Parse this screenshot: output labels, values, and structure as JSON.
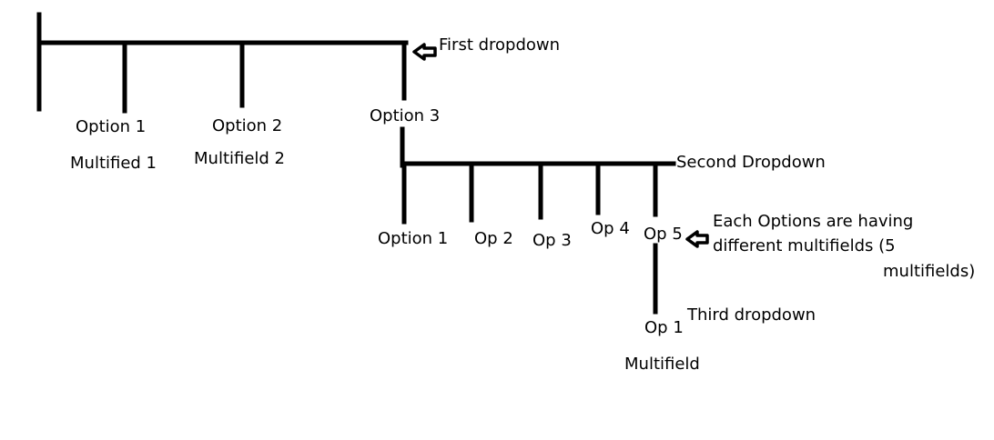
{
  "colors": {
    "ink": "#000000",
    "background": "#ffffff"
  },
  "icons": [
    "left-arrow-icon",
    "left-arrow-icon"
  ],
  "first_dropdown": {
    "label": "First dropdown",
    "options": [
      {
        "label": "Option 1",
        "field": "Multified 1"
      },
      {
        "label": "Option 2",
        "field": "Multifield 2"
      },
      {
        "label": "Option 3"
      }
    ]
  },
  "second_dropdown": {
    "label": "Second Dropdown",
    "options": [
      "Option 1",
      "Op 2",
      "Op 3",
      "Op 4",
      "Op 5"
    ],
    "note_line1": "Each Options are having",
    "note_line2": "different multifields (5",
    "note_line3": "multifields)"
  },
  "third_dropdown": {
    "label": "Third dropdown",
    "option": "Op 1",
    "field": "Multifield"
  }
}
